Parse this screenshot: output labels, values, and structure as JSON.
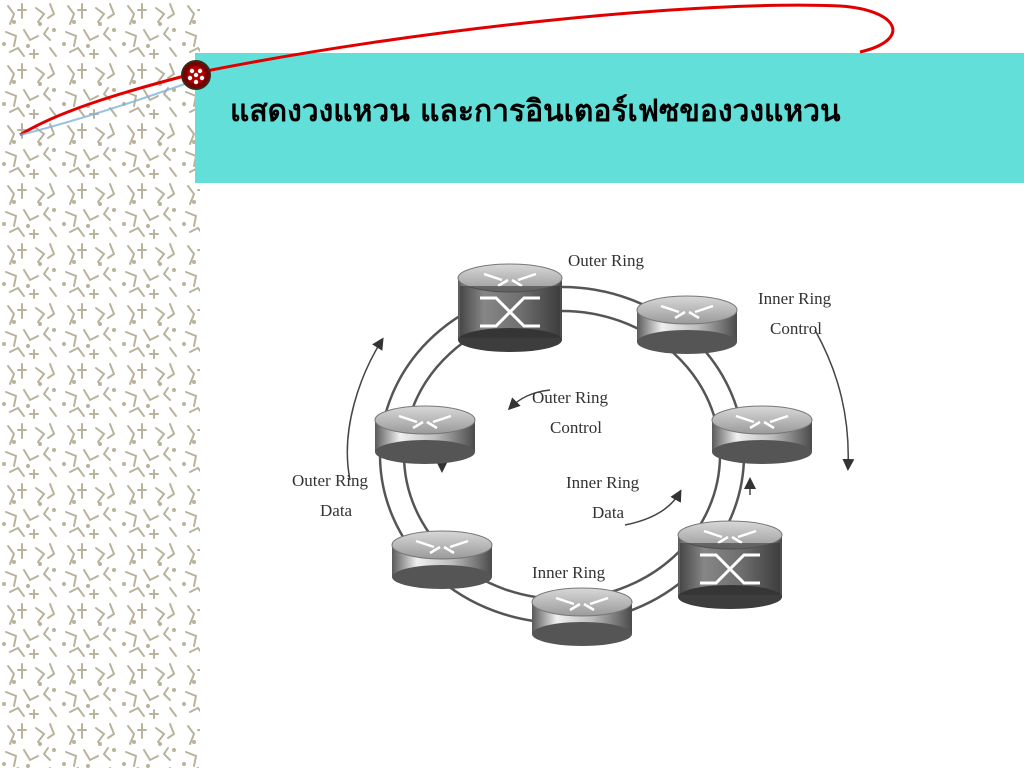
{
  "slide": {
    "title": "แสดงวงแหวน และการอินเตอร์เฟซของวงแหวน"
  },
  "colors": {
    "band": "#63dfd9",
    "curve": "#e00000",
    "sidebar_pattern": "#b9b39c"
  },
  "diagram": {
    "labels": {
      "outer_ring": "Outer Ring",
      "inner_ring_control_line1": "Inner Ring",
      "inner_ring_control_line2": "Control",
      "outer_ring_control_line1": "Outer Ring",
      "outer_ring_control_line2": "Control",
      "inner_ring_data_line1": "Inner Ring",
      "inner_ring_data_line2": "Data",
      "outer_ring_data_line1": "Outer Ring",
      "outer_ring_data_line2": "Data",
      "inner_ring": "Inner Ring"
    },
    "nodes": [
      {
        "name": "router-top-left",
        "kind": "switch"
      },
      {
        "name": "router-top-right",
        "kind": "router"
      },
      {
        "name": "router-left",
        "kind": "router"
      },
      {
        "name": "router-right",
        "kind": "router"
      },
      {
        "name": "router-bottom-left",
        "kind": "router"
      },
      {
        "name": "router-bottom",
        "kind": "router"
      },
      {
        "name": "router-bottom-right",
        "kind": "switch"
      }
    ]
  }
}
